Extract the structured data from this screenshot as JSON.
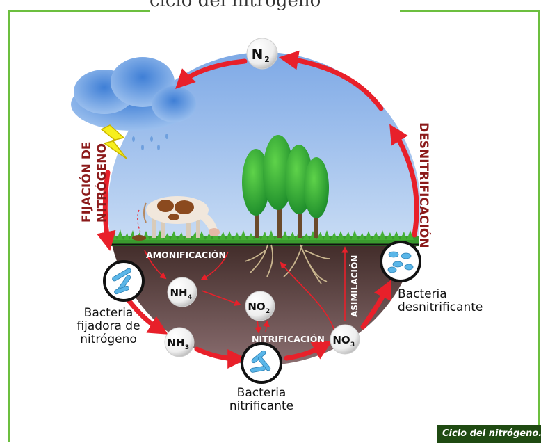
{
  "title_fragment": "ciclo del nitrógeno",
  "caption": "Ciclo del nitrógeno.",
  "nodes": {
    "n2": {
      "main": "N",
      "sub": "2"
    },
    "nh4": {
      "main": "NH",
      "sub": "4"
    },
    "no2": {
      "main": "NO",
      "sub": "2"
    },
    "nh3": {
      "main": "NH",
      "sub": "3"
    },
    "no3": {
      "main": "NO",
      "sub": "3"
    }
  },
  "process_labels": {
    "fijacion_line1": "FIJACIÓN DE",
    "fijacion_line2": "NITRÓGENO",
    "desnitrificacion": "DESNITRIFICACIÓN",
    "amonificacion": "AMONIFICACIÓN",
    "nitrificacion": "NITRIFICACIÓN",
    "asimilacion": "ASIMILACIÓN"
  },
  "bacteria_labels": {
    "fijadora": [
      "Bacteria",
      "fijadora de",
      "nitrógeno"
    ],
    "nitrificante": [
      "Bacteria",
      "nitrificante"
    ],
    "desnitrificante": [
      "Bacteria",
      "desnitrificante"
    ]
  },
  "colors": {
    "cycle_arrow": "#e8202a",
    "label_dark_red": "#8b1a1a",
    "frame_green": "#6cbf3f",
    "caption_bg": "#1f4a12"
  }
}
